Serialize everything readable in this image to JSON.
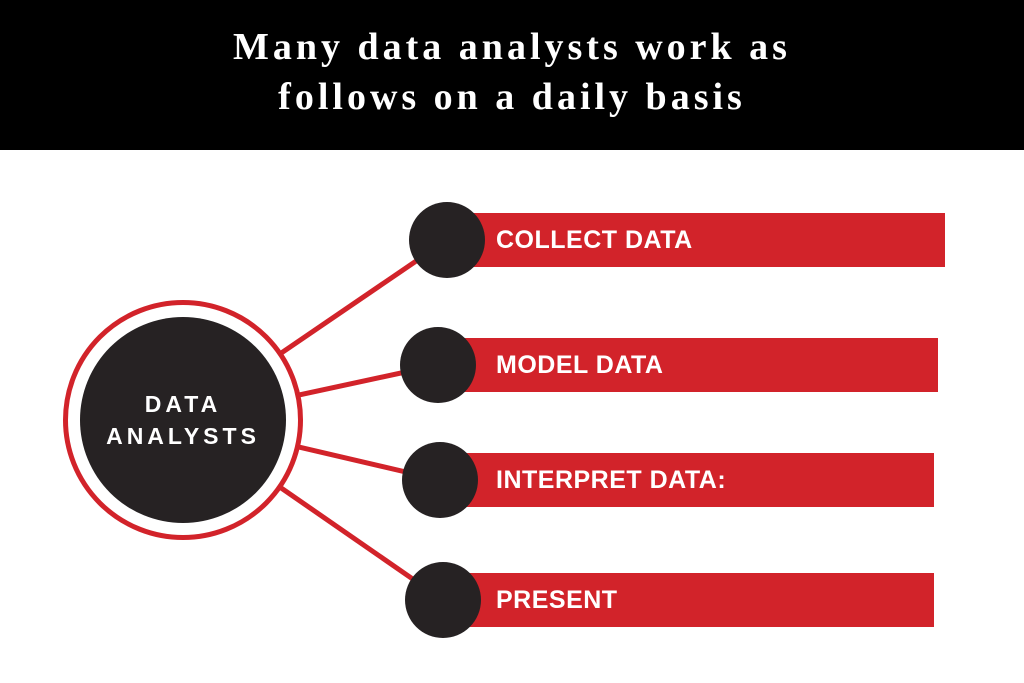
{
  "header": {
    "title_line1": "Many data analysts work as",
    "title_line2": "follows on a daily basis"
  },
  "hub": {
    "label_line1": "DATA",
    "label_line2": "ANALYSTS"
  },
  "steps": [
    {
      "label": "COLLECT DATA"
    },
    {
      "label": "MODEL DATA"
    },
    {
      "label": "INTERPRET DATA:"
    },
    {
      "label": "PRESENT"
    }
  ],
  "colors": {
    "header_bg": "#000000",
    "background": "#ffffff",
    "accent_red": "#d2232a",
    "dark": "#262223",
    "text_light": "#ffffff"
  }
}
